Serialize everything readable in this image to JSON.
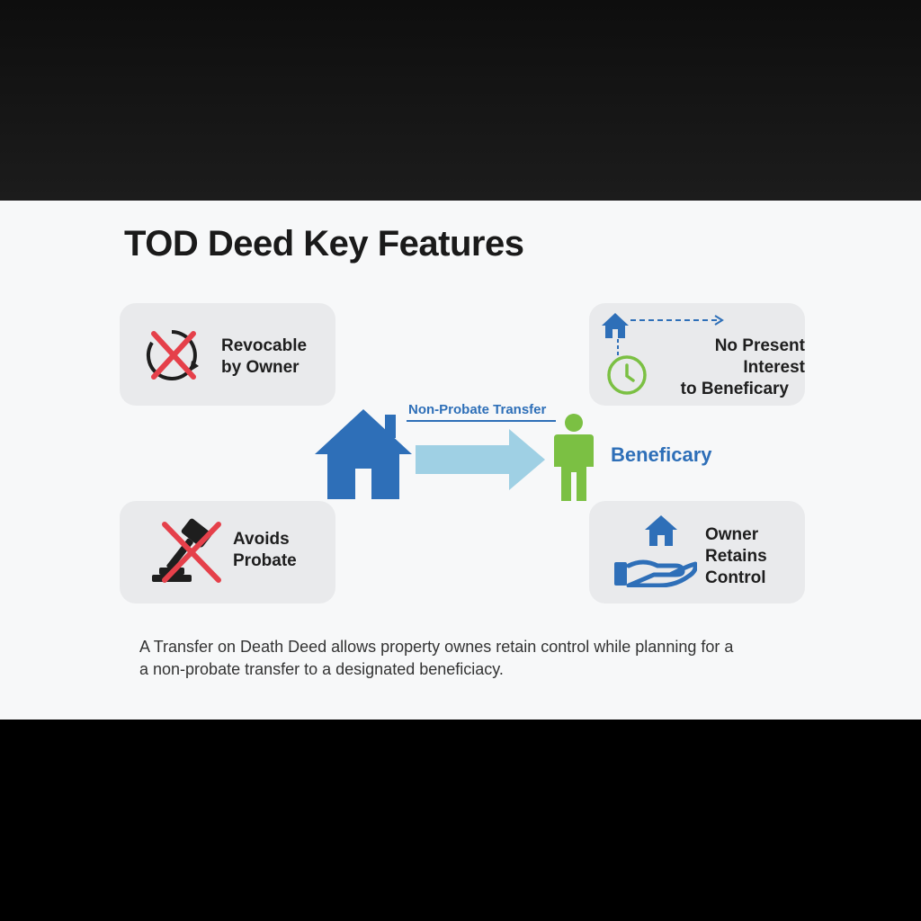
{
  "title": "TOD Deed Key Features",
  "features": [
    {
      "line1": "Revocable",
      "line2": "by Owner"
    },
    {
      "line1": "No Present Interest",
      "line2": "to Beneficary"
    },
    {
      "line1": "Avoids",
      "line2": "Probate"
    },
    {
      "line1": "Owner",
      "line2": "Retains",
      "line3": "Control"
    }
  ],
  "center": {
    "transfer_label": "Non-Probate Transfer",
    "beneficiary_label": "Beneficary"
  },
  "caption": {
    "line1": "A Transfer on Death Deed allows property ownes retain control while planning for a",
    "line2": "a non-probate transfer to a designated beneficiacy."
  },
  "colors": {
    "accent_blue": "#2e6fb8",
    "green": "#7bc043",
    "red": "#e5404a",
    "light_arrow": "#9fd0e4"
  }
}
